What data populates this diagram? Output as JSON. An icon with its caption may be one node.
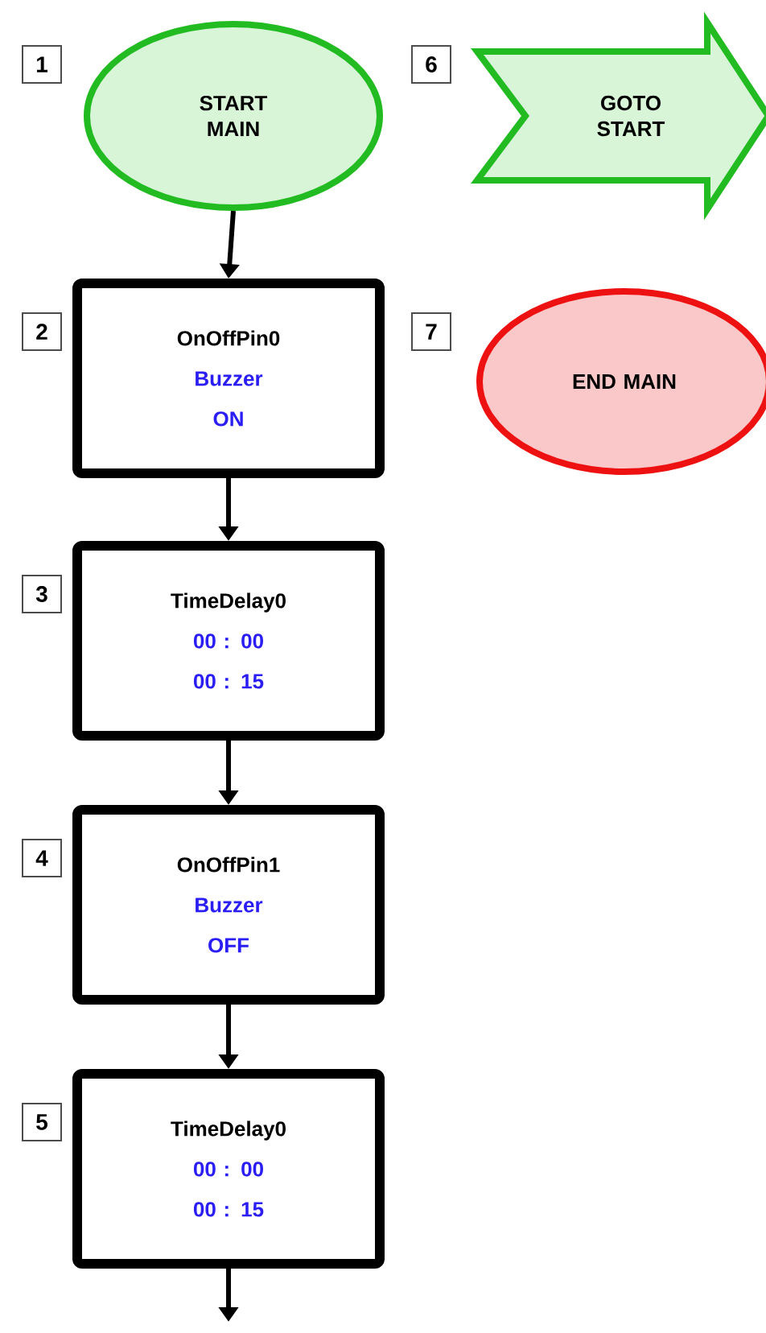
{
  "diagram": {
    "nodes": [
      {
        "text": [
          "START MAIN"
        ]
      },
      {
        "text": [
          "GOTO START"
        ]
      },
      {
        "text": [
          "OnOffPin0",
          "Buzzer",
          "ON"
        ]
      },
      {
        "text": [
          "END MAIN"
        ]
      },
      {
        "text": [
          "TimeDelay0",
          "00 : 00",
          "00 : 15"
        ]
      },
      {
        "text": [
          "OnOffPin1",
          "Buzzer",
          "OFF"
        ]
      },
      {
        "text": [
          "TimeDelay0",
          "00 : 00",
          "00 : 15"
        ]
      }
    ],
    "edges": [
      {
        "from": 0,
        "to": 2,
        "arrow": "to"
      },
      {
        "from": 2,
        "to": 4,
        "arrow": "to"
      },
      {
        "from": 4,
        "to": 5,
        "arrow": "to"
      },
      {
        "from": 5,
        "to": 6,
        "arrow": "to"
      },
      {
        "from": 6,
        "to": null,
        "arrow": "to"
      }
    ],
    "labels": [
      "1",
      "6",
      "2",
      "7",
      "3",
      "4",
      "5"
    ]
  }
}
